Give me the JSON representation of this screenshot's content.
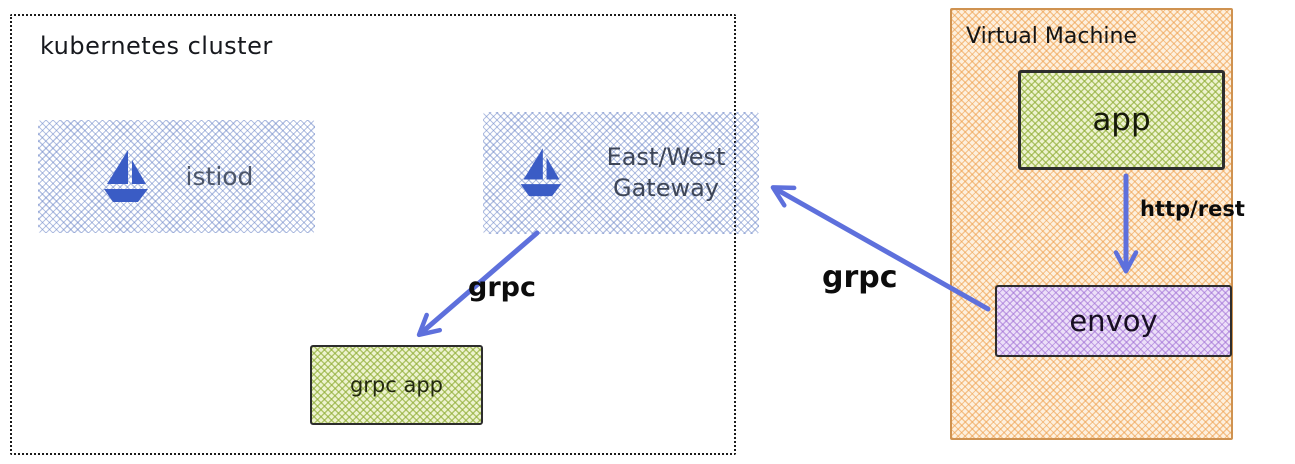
{
  "diagram": {
    "cluster": {
      "title": "kubernetes cluster",
      "istiod": {
        "label": "istiod"
      },
      "gateway": {
        "label": "East/West\nGateway"
      },
      "grpc_app": {
        "label": "grpc app"
      }
    },
    "vm": {
      "title": "Virtual Machine",
      "app": {
        "label": "app"
      },
      "envoy": {
        "label": "envoy"
      }
    },
    "edges": {
      "gateway_to_grpc_app": {
        "label": "grpc"
      },
      "envoy_to_gateway": {
        "label": "grpc"
      },
      "app_to_envoy": {
        "label": "http/rest"
      }
    },
    "icons": {
      "istiod": "sailboat-icon",
      "gateway": "sailboat-icon"
    },
    "colors": {
      "arrow": "#5e70dc",
      "sailboat": "#3a5cc5",
      "blue_node_hatch": "#6e87c7",
      "green_node_fill": "#dfe9b4",
      "orange_vm_fill": "#f7d9b4",
      "purple_node_fill": "#d9c3ef",
      "dark_border": "#2d2d2d"
    }
  }
}
